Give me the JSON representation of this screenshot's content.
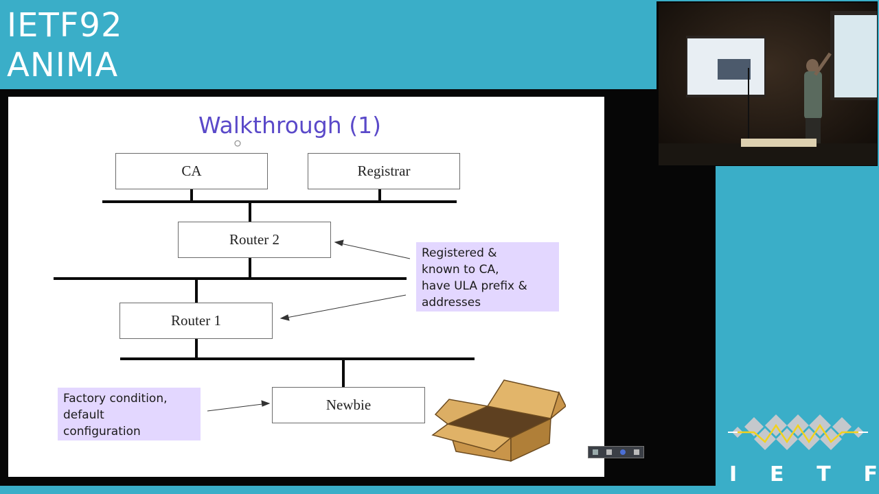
{
  "header": {
    "line1": "IETF92",
    "line2": "ANIMA"
  },
  "slide": {
    "title": "Walkthrough (1)",
    "nodes": {
      "ca": "CA",
      "registrar": "Registrar",
      "router2": "Router 2",
      "router1": "Router 1",
      "newbie": "Newbie"
    },
    "notes": {
      "registered": [
        "Registered &",
        "known to CA,",
        "have ULA prefix &",
        "addresses"
      ],
      "factory": [
        "Factory condition,",
        "default",
        "configuration"
      ]
    }
  },
  "branding": {
    "letters": [
      "I",
      "E",
      "T",
      "F"
    ]
  },
  "colors": {
    "background": "#3aaec8",
    "slide_title": "#5a49c9",
    "note_fill": "#e3d7ff",
    "box": "#d8a95a"
  }
}
